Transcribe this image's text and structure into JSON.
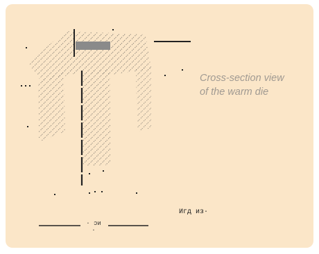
{
  "caption": {
    "line1": "Cross-section view",
    "line2": "of the warm die"
  },
  "labels": {
    "bottom_dimension": "· ɔи ·",
    "right_note": "Игд из·"
  },
  "colors": {
    "panel_background": "#fbe6c8",
    "caption_text": "#a09a92",
    "hatch": "#4a4a4a",
    "gray_block": "#8a8a8a"
  }
}
